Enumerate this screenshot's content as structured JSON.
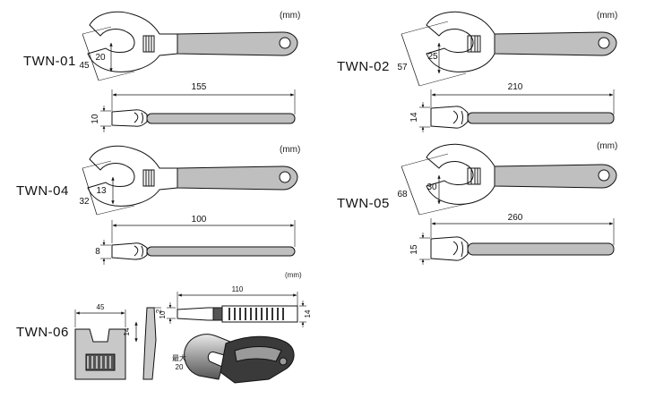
{
  "models": {
    "twn01": {
      "name": "TWN-01",
      "unit": "(mm)",
      "length": "155",
      "jaw": "20",
      "head": "45",
      "thickness": "10"
    },
    "twn02": {
      "name": "TWN-02",
      "unit": "(mm)",
      "length": "210",
      "jaw": "25",
      "head": "57",
      "thickness": "14"
    },
    "twn04": {
      "name": "TWN-04",
      "unit": "(mm)",
      "length": "100",
      "jaw": "13",
      "head": "32",
      "thickness": "8"
    },
    "twn05": {
      "name": "TWN-05",
      "unit": "(mm)",
      "length": "260",
      "jaw": "30",
      "head": "68",
      "thickness": "15"
    },
    "twn06": {
      "name": "TWN-06",
      "unit": "(mm)",
      "length": "110",
      "head_width": "45",
      "jaw_depth": "14",
      "tip": "2",
      "thickness": "10",
      "height": "14",
      "max_label": "最大",
      "max_value": "20"
    }
  },
  "colors": {
    "line": "#111111",
    "handle_fill": "#bfbfbf",
    "body_fill": "#ffffff",
    "photo_dark": "#3a3a3a",
    "photo_mid": "#9a9a9a"
  }
}
